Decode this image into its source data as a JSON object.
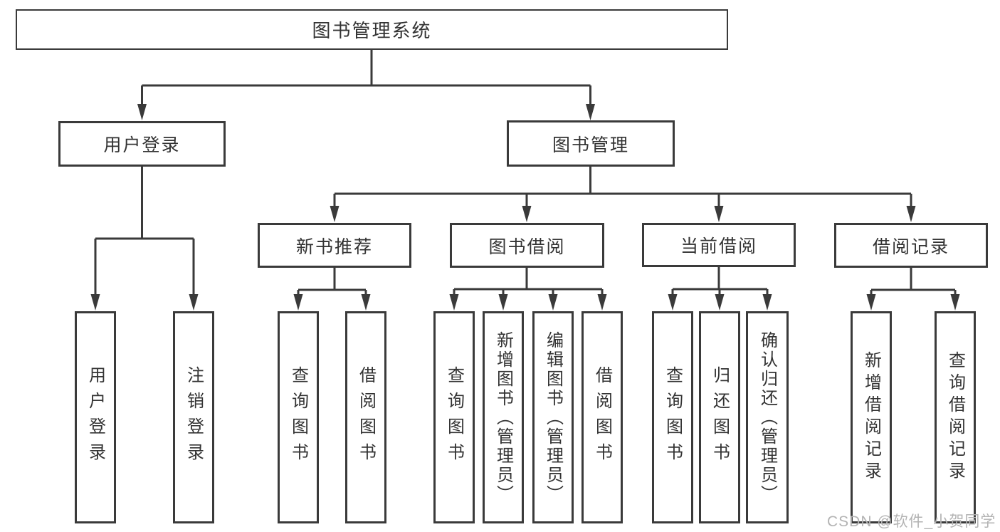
{
  "diagram": {
    "root": {
      "label": "图书管理系统"
    },
    "branches": [
      {
        "label": "用户登录",
        "children": [
          "用户登录",
          "注销登录"
        ]
      },
      {
        "label": "图书管理",
        "children": [
          {
            "label": "新书推荐",
            "children": [
              "查询图书",
              "借阅图书"
            ]
          },
          {
            "label": "图书借阅",
            "children": [
              "查询图书",
              "新增图书（管理员）",
              "编辑图书（管理员）",
              "借阅图书"
            ]
          },
          {
            "label": "当前借阅",
            "children": [
              "查询图书",
              "归还图书",
              "确认归还（管理员）"
            ]
          },
          {
            "label": "借阅记录",
            "children": [
              "新增借阅记录",
              "查询借阅记录"
            ]
          }
        ]
      }
    ],
    "watermark": "CSDN @软件_小贺同学",
    "colors": {
      "line": "#3a3a3a",
      "box_border": "#3a3a3a",
      "text": "#333333",
      "watermark": "#b3b3b3",
      "background": "#ffffff"
    }
  }
}
